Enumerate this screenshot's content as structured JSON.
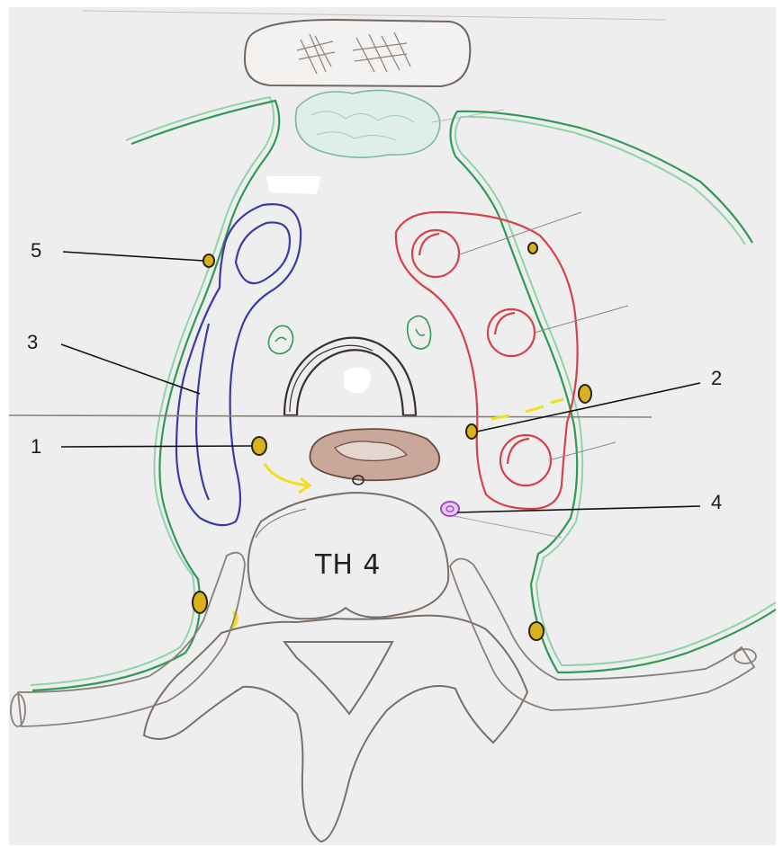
{
  "labels": {
    "label_1": "1",
    "label_2": "2",
    "label_3": "3",
    "label_4": "4",
    "label_5": "5"
  },
  "vertebra_text": "TH 4",
  "colors": {
    "paper": "#efeeee",
    "pencil": "#8a7f78",
    "pleura": "#2f9a56",
    "pleura_light": "#8fd3a8",
    "left_structure": "#3a3aa8",
    "right_structure": "#d6424a",
    "node_fill": "#d8b21e",
    "node_stroke": "#2b2414",
    "esophagus_fill": "#c9a79a",
    "esophagus_stroke": "#6b4a3e",
    "aorta": "#3a3030",
    "purple": "#9c3bc6",
    "yellow": "#f0df1a",
    "thymus": "#7ab7a6",
    "leader": "#111111"
  }
}
